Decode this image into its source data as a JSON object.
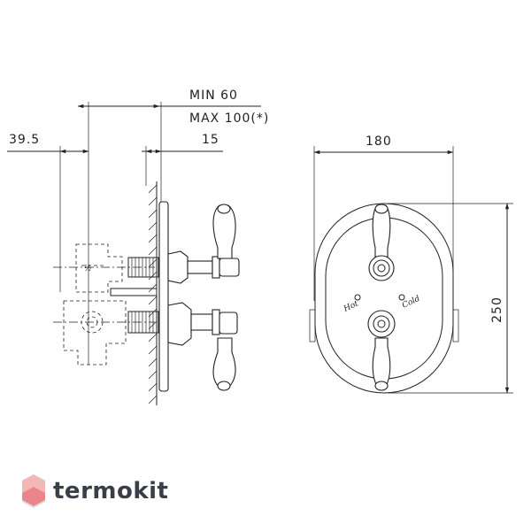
{
  "dimensions": {
    "min": "MIN 60",
    "max": "MAX 100(*)",
    "left_offset": "39.5",
    "plate_offset": "15",
    "width": "180",
    "height": "250"
  },
  "plate_labels": {
    "hot": "Hot",
    "cold": "Cold"
  },
  "logo": {
    "text": "termokit",
    "mark_top_color": "#f2b8b8",
    "mark_mid_color": "#e8868a",
    "mark_bottom_color": "#d6dbe6"
  }
}
